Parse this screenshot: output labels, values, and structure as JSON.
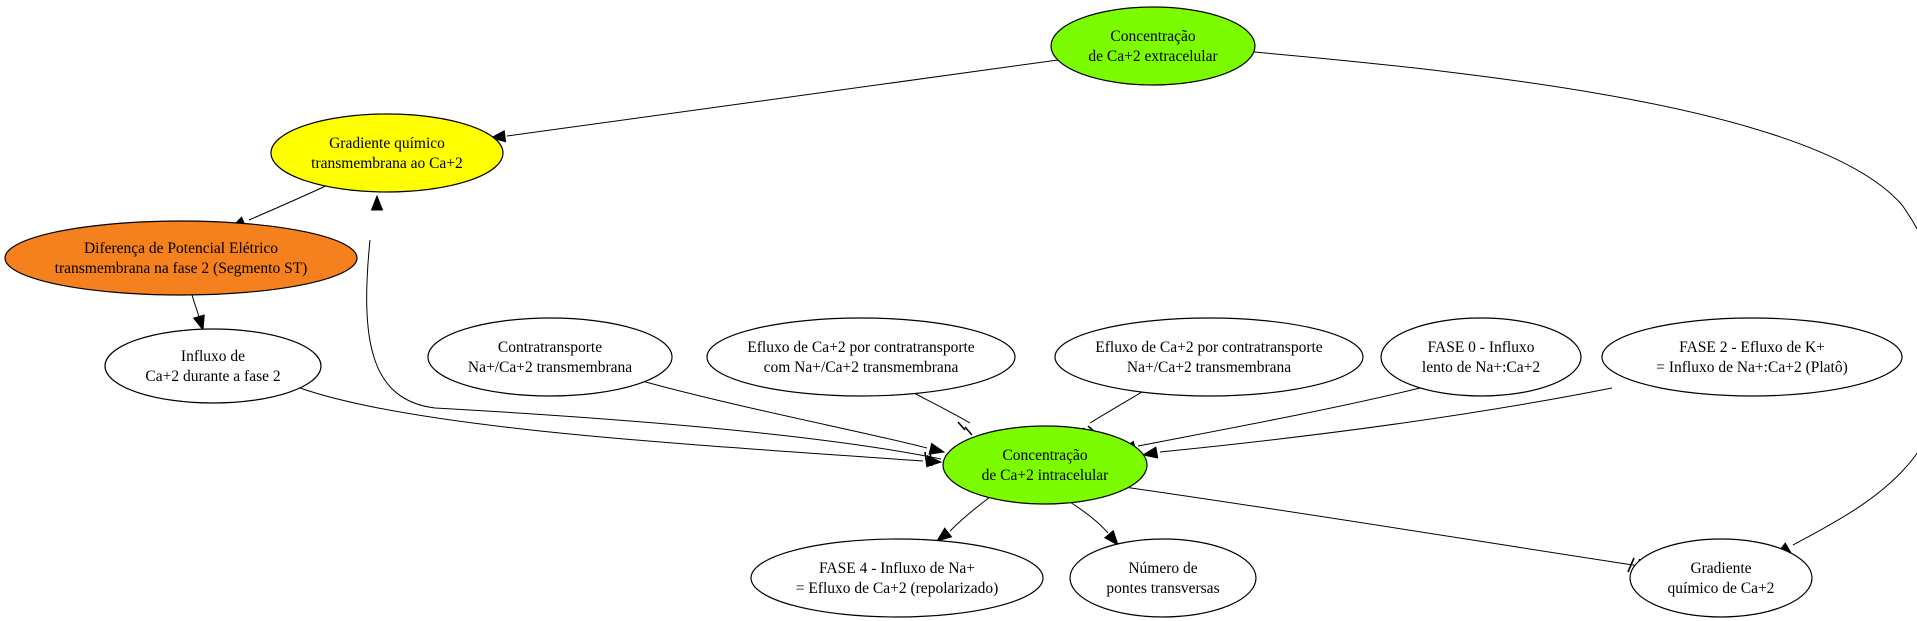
{
  "nodes": [
    {
      "id": "ca_extra",
      "lines": [
        "Concentração",
        "de Ca+2 extracelular"
      ],
      "fill": "#7cfc00"
    },
    {
      "id": "grad_quim_trans",
      "lines": [
        "Gradiente químico",
        "transmembrana ao Ca+2"
      ],
      "fill": "#ffff00"
    },
    {
      "id": "dif_pot",
      "lines": [
        "Diferença de Potencial Elétrico",
        "transmembrana na fase 2 (Segmento ST)"
      ],
      "fill": "#f5801e"
    },
    {
      "id": "influxo_fase2",
      "lines": [
        "Influxo de",
        "Ca+2 durante a fase 2"
      ],
      "fill": "#ffffff"
    },
    {
      "id": "contratransporte",
      "lines": [
        "Contratransporte",
        "Na+/Ca+2 transmembrana"
      ],
      "fill": "#ffffff"
    },
    {
      "id": "efluxo_com",
      "lines": [
        "Efluxo de Ca+2 por contratransporte",
        "com Na+/Ca+2 transmembrana"
      ],
      "fill": "#ffffff"
    },
    {
      "id": "efluxo_na",
      "lines": [
        "Efluxo de Ca+2 por contratransporte",
        "Na+/Ca+2 transmembrana"
      ],
      "fill": "#ffffff"
    },
    {
      "id": "fase0",
      "lines": [
        "FASE 0 - Influxo",
        "lento de Na+:Ca+2"
      ],
      "fill": "#ffffff"
    },
    {
      "id": "fase2",
      "lines": [
        "FASE 2 - Efluxo de K+",
        "= Influxo de Na+:Ca+2 (Platô)"
      ],
      "fill": "#ffffff"
    },
    {
      "id": "ca_intra",
      "lines": [
        "Concentração",
        "de Ca+2 intracelular"
      ],
      "fill": "#7cfc00"
    },
    {
      "id": "fase4",
      "lines": [
        "FASE 4 - Influxo de Na+",
        "= Efluxo de Ca+2 (repolarizado)"
      ],
      "fill": "#ffffff"
    },
    {
      "id": "pontes",
      "lines": [
        "Número de",
        "pontes transversas"
      ],
      "fill": "#ffffff"
    },
    {
      "id": "grad_quim",
      "lines": [
        "Gradiente",
        "químico de Ca+2"
      ],
      "fill": "#ffffff"
    }
  ],
  "edges": [
    {
      "from": "ca_extra",
      "to": "grad_quim_trans",
      "head": "arrow"
    },
    {
      "from": "ca_extra",
      "to": "grad_quim",
      "head": "arrow"
    },
    {
      "from": "grad_quim_trans",
      "to": "dif_pot",
      "head": "arrow"
    },
    {
      "from": "dif_pot",
      "to": "influxo_fase2",
      "head": "arrow"
    },
    {
      "from": "influxo_fase2",
      "to": "ca_intra",
      "head": "arrow"
    },
    {
      "from": "ca_intra",
      "to": "grad_quim_trans",
      "head": "tee"
    },
    {
      "from": "contratransporte",
      "to": "ca_intra",
      "head": "arrow"
    },
    {
      "from": "efluxo_com",
      "to": "ca_intra",
      "head": "tee"
    },
    {
      "from": "efluxo_na",
      "to": "ca_intra",
      "head": "tee"
    },
    {
      "from": "fase0",
      "to": "ca_intra",
      "head": "arrow"
    },
    {
      "from": "fase2",
      "to": "ca_intra",
      "head": "arrow"
    },
    {
      "from": "ca_intra",
      "to": "fase4",
      "head": "arrow"
    },
    {
      "from": "ca_intra",
      "to": "pontes",
      "head": "arrow"
    },
    {
      "from": "ca_intra",
      "to": "grad_quim",
      "head": "tee"
    }
  ]
}
